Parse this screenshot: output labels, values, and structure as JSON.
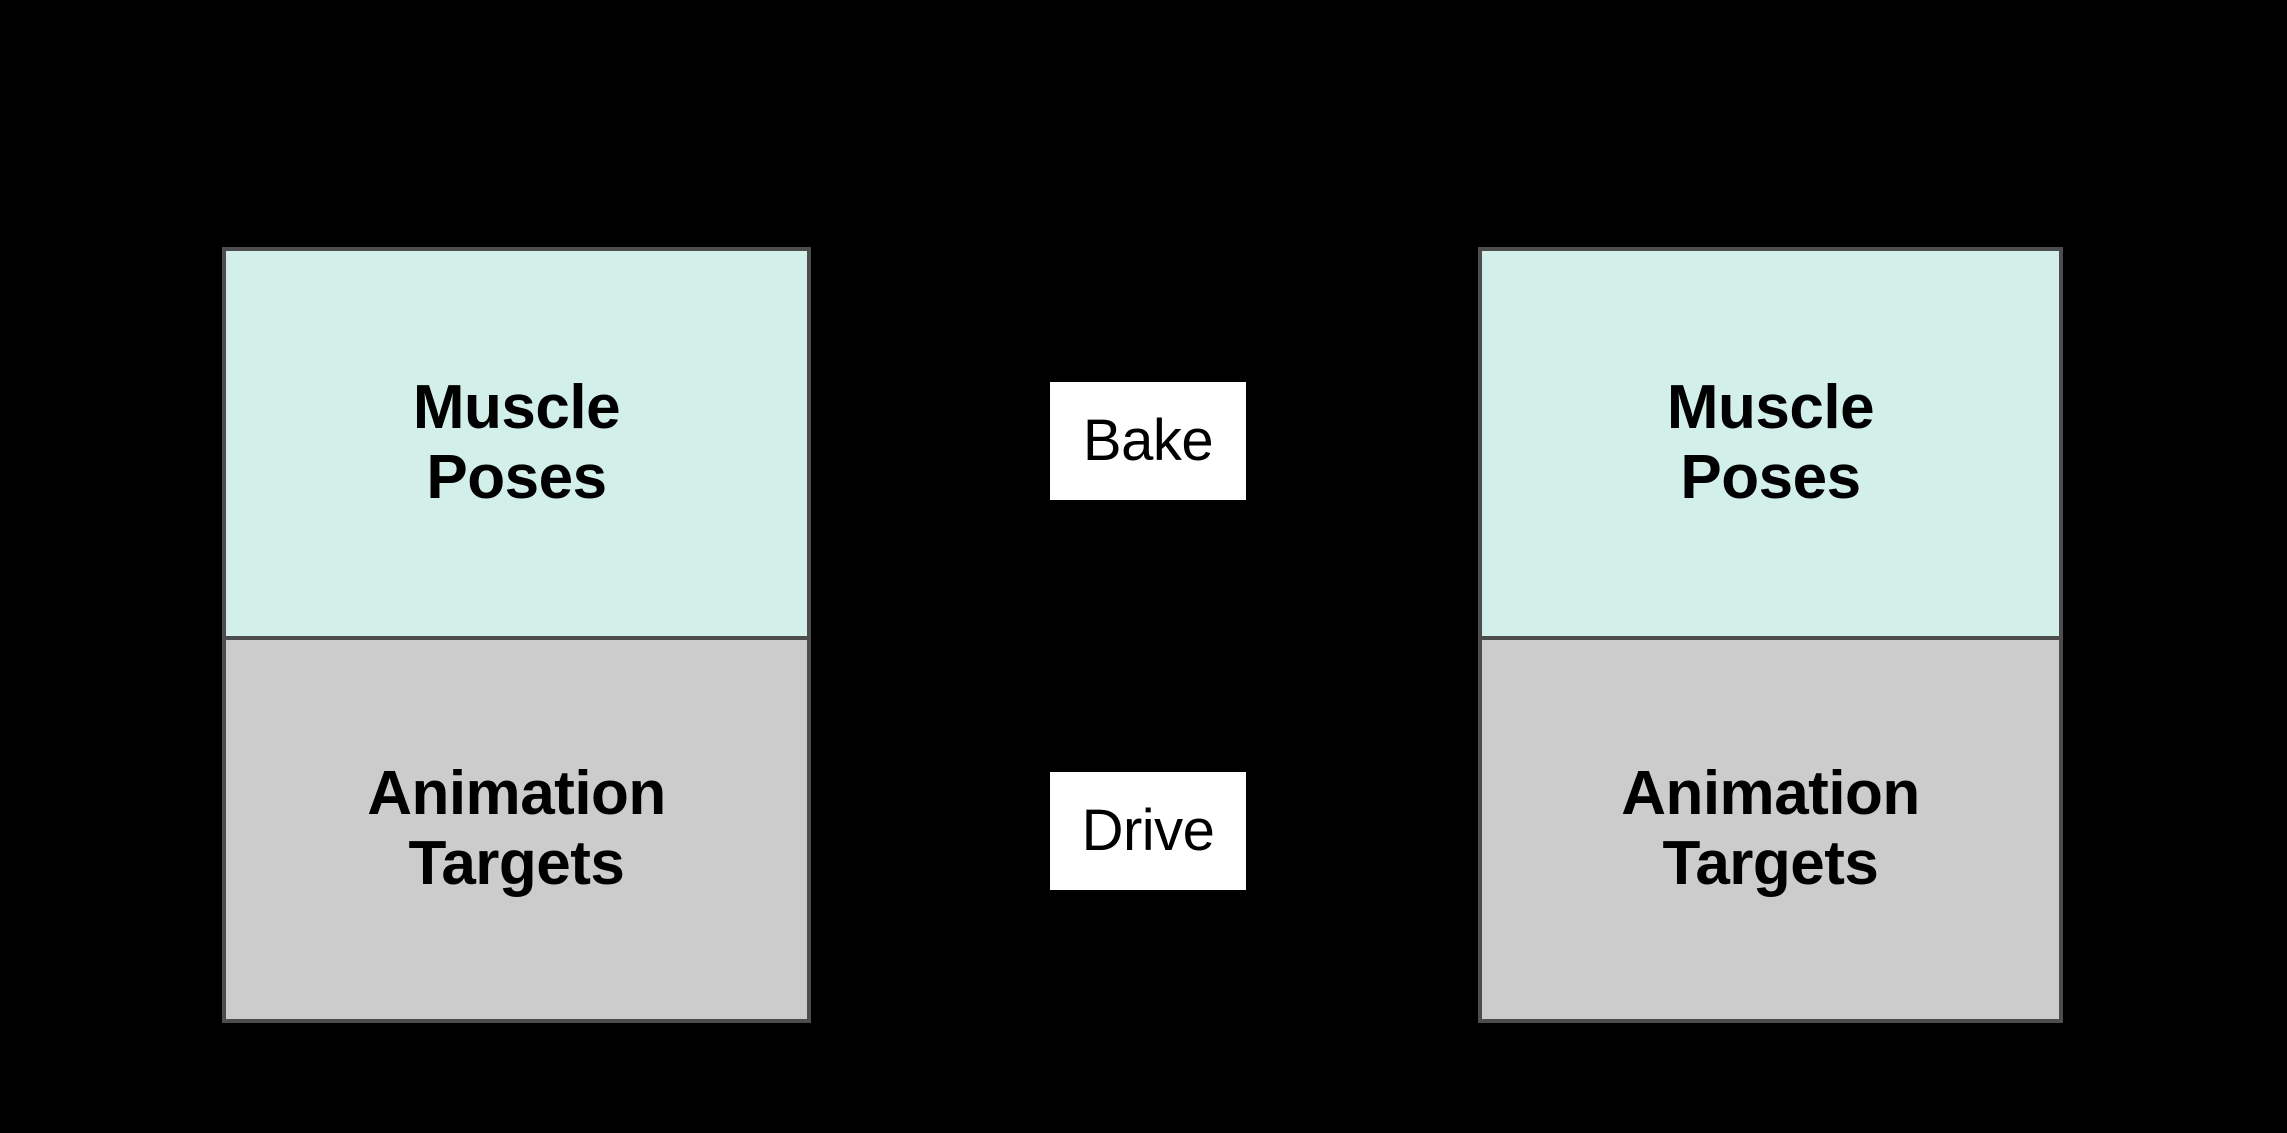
{
  "diagram": {
    "background_color": "#000000",
    "title": "",
    "nodes": [
      {
        "id": "source",
        "role": "source-entity",
        "sections": [
          {
            "id": "source-muscle-poses",
            "label": "Muscle\nPoses",
            "fill_color": "#d2efe9"
          },
          {
            "id": "source-animation-targets",
            "label": "Animation\nTargets",
            "fill_color": "#cccccc"
          }
        ],
        "border_color": "#4d4d4d"
      },
      {
        "id": "target",
        "role": "target-entity",
        "sections": [
          {
            "id": "target-muscle-poses",
            "label": "Muscle\nPoses",
            "fill_color": "#d2efe9"
          },
          {
            "id": "target-animation-targets",
            "label": "Animation\nTargets",
            "fill_color": "#cccccc"
          }
        ],
        "border_color": "#4d4d4d"
      }
    ],
    "edges": [
      {
        "id": "edge-bake",
        "label": "Bake",
        "from": "source-muscle-poses",
        "to": "target-muscle-poses",
        "line_color": "#000000",
        "label_background": "#ffffff",
        "label_color": "#000000"
      },
      {
        "id": "edge-drive",
        "label": "Drive",
        "from": "source-animation-targets",
        "to": "target-animation-targets",
        "line_color": "#000000",
        "label_background": "#ffffff",
        "label_color": "#000000"
      }
    ]
  }
}
